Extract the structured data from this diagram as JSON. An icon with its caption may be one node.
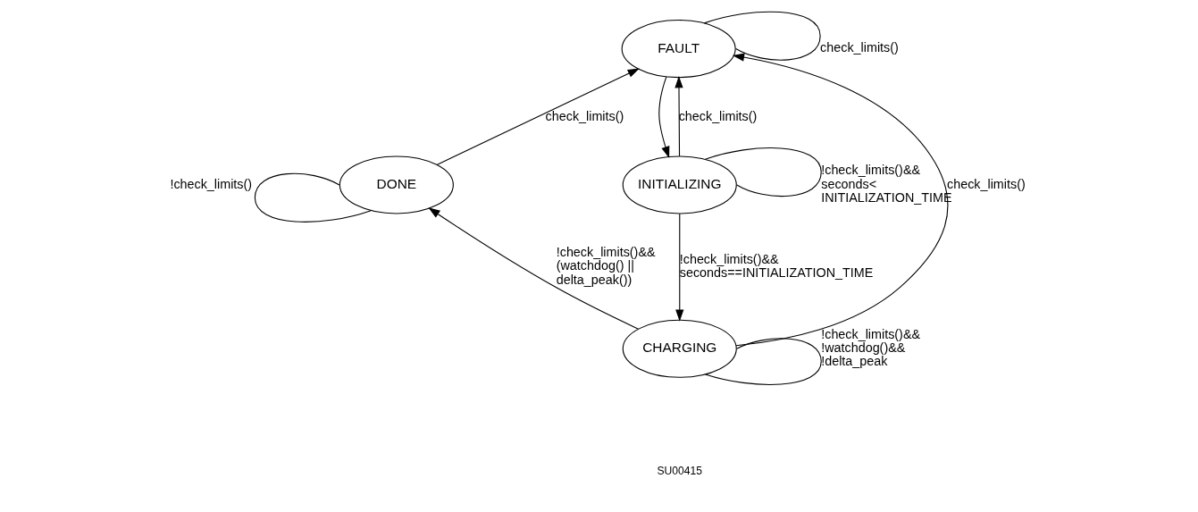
{
  "diagram": {
    "nodes": [
      {
        "text": [
          "FAULT"
        ]
      },
      {
        "text": [
          "DONE"
        ]
      },
      {
        "text": [
          "INITIALIZING"
        ]
      },
      {
        "text": [
          "CHARGING"
        ]
      }
    ],
    "edges": [
      {
        "from": 0,
        "to": 0,
        "arrow": "none",
        "label": "check_limits()"
      },
      {
        "from": 1,
        "to": 0,
        "arrow": "to",
        "label": "check_limits()"
      },
      {
        "from": 0,
        "to": 2,
        "arrow": "to"
      },
      {
        "from": 2,
        "to": 0,
        "arrow": "to",
        "label": "check_limits()"
      },
      {
        "from": 2,
        "to": 2,
        "arrow": "none",
        "label": "!check_limits()&& seconds< INITIALIZATION_TIME"
      },
      {
        "from": 1,
        "to": 1,
        "arrow": "none",
        "label": "!check_limits()"
      },
      {
        "from": 3,
        "to": 0,
        "arrow": "to",
        "label": "check_limits()"
      },
      {
        "from": 2,
        "to": 3,
        "arrow": "to",
        "label": "!check_limits()&& seconds==INITIALIZATION_TIME"
      },
      {
        "from": 3,
        "to": 1,
        "arrow": "to",
        "label": "!check_limits()&& (watchdog() || delta_peak())"
      },
      {
        "from": 3,
        "to": 3,
        "arrow": "none",
        "label": "!check_limits()&& !watchdog()&& !delta_peak"
      }
    ],
    "labels": [
      "SU00415"
    ]
  }
}
